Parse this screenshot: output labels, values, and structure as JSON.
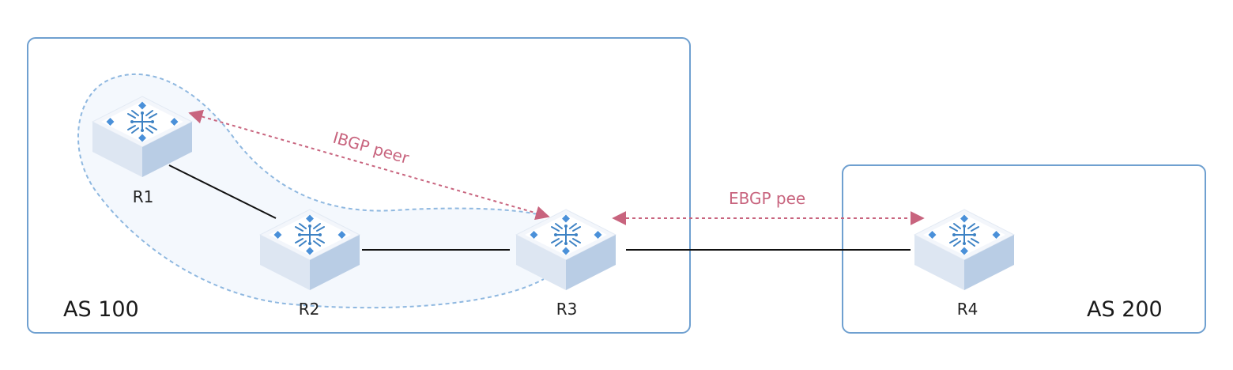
{
  "diagram": {
    "autonomous_systems": [
      {
        "id": "as100",
        "label": "AS 100",
        "members": [
          "R1",
          "R2",
          "R3"
        ]
      },
      {
        "id": "as200",
        "label": "AS 200",
        "members": [
          "R4"
        ]
      }
    ],
    "routers": [
      {
        "id": "R1",
        "label": "R1"
      },
      {
        "id": "R2",
        "label": "R2"
      },
      {
        "id": "R3",
        "label": "R3"
      },
      {
        "id": "R4",
        "label": "R4"
      }
    ],
    "links": [
      {
        "from": "R1",
        "to": "R2",
        "type": "physical"
      },
      {
        "from": "R2",
        "to": "R3",
        "type": "physical"
      },
      {
        "from": "R3",
        "to": "R4",
        "type": "physical"
      }
    ],
    "peerings": [
      {
        "from": "R1",
        "to": "R3",
        "label": "IBGP peer",
        "type": "ibgp"
      },
      {
        "from": "R3",
        "to": "R4",
        "label": "EBGP pee",
        "type": "ebgp"
      }
    ],
    "colors": {
      "as_border": "#6fa0d0",
      "hull_dash": "#8fb8e0",
      "hull_fill": "#f4f8fd",
      "peer": "#c8647e",
      "link": "#111111",
      "router_top": "#f3f6fb",
      "router_left": "#dde6f2",
      "router_right": "#b9cde5",
      "router_icon": "#3d82c4"
    }
  }
}
